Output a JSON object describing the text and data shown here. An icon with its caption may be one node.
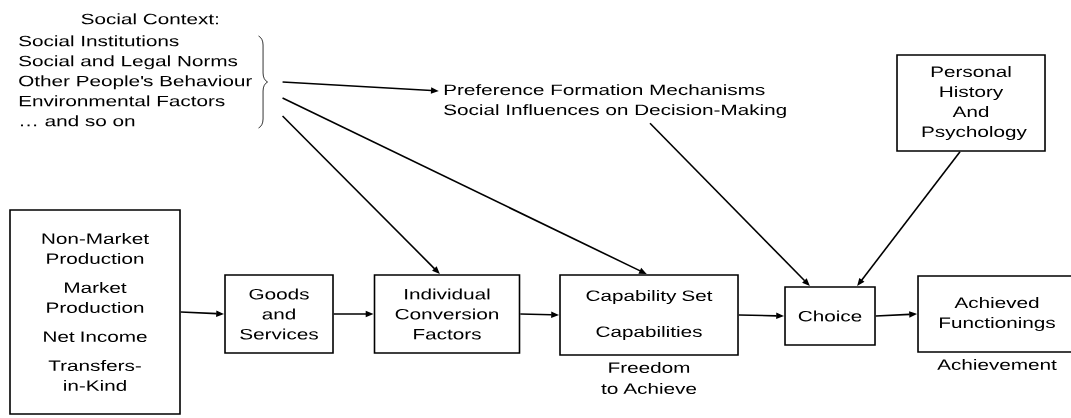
{
  "diagram": {
    "nodes": [
      {
        "text": [
          "Social Context:",
          "Social Institutions",
          "Social and Legal Norms",
          "Other People's Behaviour",
          "Environmental Factors",
          "… and so on"
        ]
      },
      {
        "text": [
          "Preference Formation Mechanisms",
          "Social Influences on Decision-Making"
        ]
      },
      {
        "text": [
          "Personal History And Psychology"
        ]
      },
      {
        "text": [
          "Non-Market Production",
          "Market Production",
          "Net Income",
          "Transfers-in-Kind"
        ]
      },
      {
        "text": [
          "Goods and Services"
        ]
      },
      {
        "text": [
          "Individual Conversion Factors"
        ]
      },
      {
        "text": [
          "Capability Set",
          "Capabilities"
        ],
        "beside": [
          "Freedom to Achieve"
        ]
      },
      {
        "text": [
          "Choice"
        ]
      },
      {
        "text": [
          "Achieved Functionings"
        ],
        "beside": [
          "Achievement"
        ]
      }
    ],
    "edges": [
      {
        "from": 0,
        "to": 1,
        "arrow": "to"
      },
      {
        "from": 0,
        "to": 5,
        "arrow": "to"
      },
      {
        "from": 0,
        "to": 6,
        "arrow": "to"
      },
      {
        "from": 1,
        "to": 7,
        "arrow": "to"
      },
      {
        "from": 2,
        "to": 7,
        "arrow": "to"
      },
      {
        "from": 3,
        "to": 4,
        "arrow": "to"
      },
      {
        "from": 4,
        "to": 5,
        "arrow": "to"
      },
      {
        "from": 5,
        "to": 6,
        "arrow": "to"
      },
      {
        "from": 6,
        "to": 7,
        "arrow": "to"
      },
      {
        "from": 7,
        "to": 8,
        "arrow": "to"
      }
    ]
  }
}
